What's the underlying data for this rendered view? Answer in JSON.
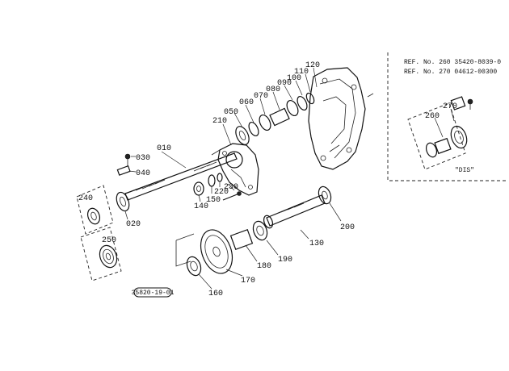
{
  "diagram": {
    "labels": {
      "p010": "010",
      "p020": "020",
      "p030": "030",
      "p040": "040",
      "p050": "050",
      "p060": "060",
      "p070": "070",
      "p080": "080",
      "p090": "090",
      "p100": "100",
      "p110": "110",
      "p120": "120",
      "p130": "130",
      "p140": "140",
      "p150": "150",
      "p160": "160",
      "p170": "170",
      "p180": "180",
      "p190": "190",
      "p200": "200",
      "p210": "210",
      "p220": "220",
      "p230": "230",
      "p240": "240",
      "p250": "250",
      "p260": "260",
      "p270": "270"
    },
    "ref_lines": [
      "REF. No. 260  35420-8039-0",
      "REF. No. 270  04612-00300"
    ],
    "inset_caption": "\"DIS\"",
    "figure_code": "35820-19-01"
  }
}
